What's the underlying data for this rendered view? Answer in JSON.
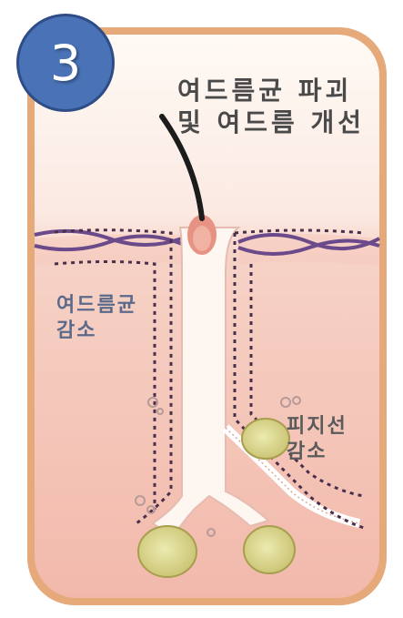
{
  "step": "3",
  "labels": {
    "top_line1": "여드름균 파괴",
    "top_line2": "및 여드름 개선",
    "left_line1": "여드름균",
    "left_line2": "감소",
    "right_line1": "피지선",
    "right_line2": "감소"
  },
  "colors": {
    "frame": "#e6a97a",
    "badge": "#4a73b7",
    "sky_top": "#fffbf7",
    "skin": "#f4c0b4",
    "gland": "#d9d289"
  }
}
